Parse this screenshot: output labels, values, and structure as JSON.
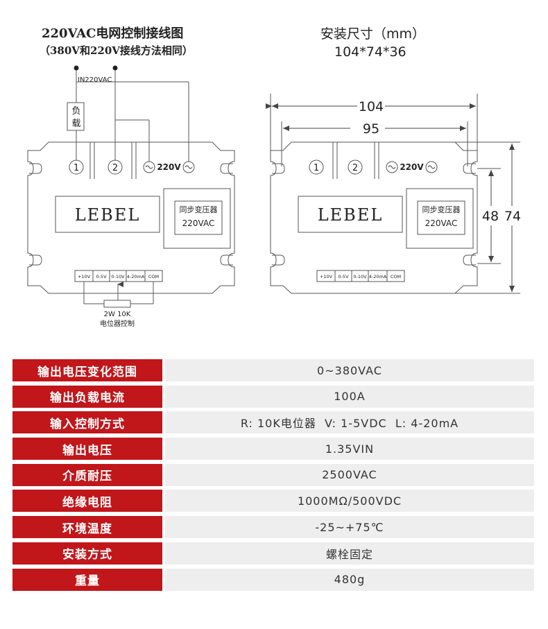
{
  "wiring": {
    "title": "220VAC电网控制接线图",
    "subtitle": "（380V和220V接线方法相同）",
    "input_label": "IN220VAC",
    "load_label_1": "负",
    "load_label_2": "载",
    "terminal_1": "1",
    "terminal_2": "2",
    "ac_label": "220V",
    "brand": "LEBEL",
    "transformer_line1": "同步变压器",
    "transformer_line2": "220VAC",
    "control_terminals": [
      "+10V",
      "0-5V",
      "0-10V",
      "4-20mA",
      "COM"
    ],
    "pot_label_1": "2W 10K",
    "pot_label_2": "电位器控制"
  },
  "dimensions": {
    "title": "安装尺寸（mm）",
    "size": "104*74*36",
    "width_outer": "104",
    "width_inner": "95",
    "height_inner": "48",
    "height_outer": "74",
    "brand": "LEBEL",
    "terminal_1": "1",
    "terminal_2": "2",
    "ac_label": "220V",
    "transformer_line1": "同步变压器",
    "transformer_line2": "220VAC",
    "control_terminals": [
      "+10V",
      "0-5V",
      "0-10V",
      "4-20mA",
      "COM"
    ]
  },
  "specs": [
    {
      "label": "输出电压变化范围",
      "value": "0~380VAC"
    },
    {
      "label": "输出负载电流",
      "value": "100A"
    },
    {
      "label": "输入控制方式",
      "value": "R: 10K电位器  V: 1-5VDC  L: 4-20mA"
    },
    {
      "label": "输出电压",
      "value": "1.35VIN"
    },
    {
      "label": "介质耐压",
      "value": "2500VAC"
    },
    {
      "label": "绝缘电阻",
      "value": "1000MΩ/500VDC"
    },
    {
      "label": "环境温度",
      "value": "-25~+75℃"
    },
    {
      "label": "安装方式",
      "value": "螺栓固定"
    },
    {
      "label": "重量",
      "value": "480g"
    }
  ],
  "colors": {
    "label_bg": "#c1161a",
    "value_bg": "#eeeeee",
    "line": "#555555"
  }
}
